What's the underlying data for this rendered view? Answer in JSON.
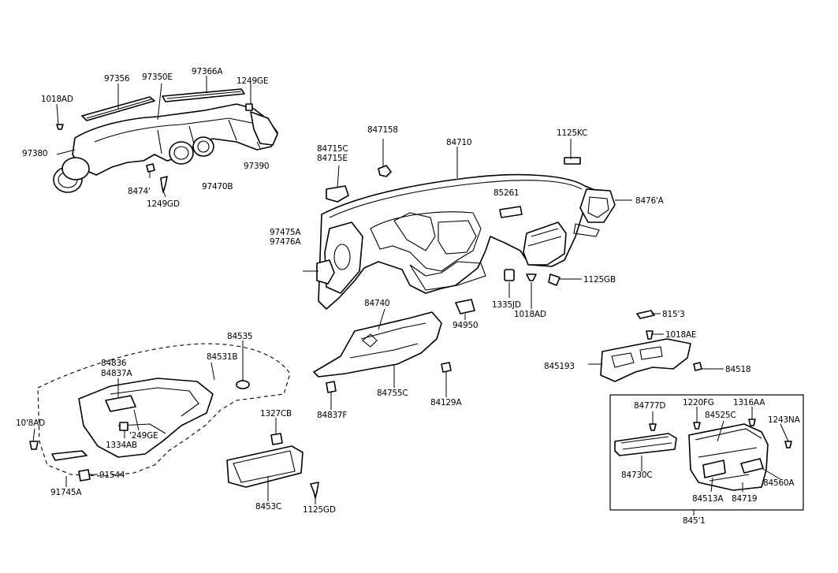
{
  "labels": {
    "l97356": "97356",
    "l97350E": "97350E",
    "l97366A": "97366A",
    "l1249GE_a": "1249GE",
    "l1018AD_a": "1018AD",
    "l97380": "97380",
    "l97390": "97390",
    "l84741": "8474'",
    "l1249GD": "1249GD",
    "l97470B": "97470B",
    "l84715C": "84715C",
    "l84715E": "84715E",
    "l84715B": "847158",
    "l84710": "84710",
    "l1125KC": "1125KC",
    "l85261": "85261",
    "l84761A": "8476'A",
    "l97475A": "97475A",
    "l97476A": "97476A",
    "l1125GB_a": "1125GB",
    "l1335JD": "1335JD",
    "l1018AD_b": "1018AD",
    "l84740": "84740",
    "l94950": "94950",
    "l84513": "815'3",
    "l1018AE": "1018AE",
    "l84519B": "845193",
    "l84518": "84518",
    "l84535": "84535",
    "l84531B": "84531B",
    "l84836": "84836",
    "l84837A": "84837A",
    "l1018AD_c": "10'8AD",
    "l1249GE_b": "'249GE",
    "l1334AB": "1334AB",
    "l91544": "91544",
    "l91745A": "91745A",
    "l1327CB": "1327CB",
    "l84530": "8453C",
    "l1125GD": "1125GD",
    "l84755C": "84755C",
    "l84129A": "84129A",
    "l84837F": "84837F",
    "l84777D": "84777D",
    "l1220FG": "1220FG",
    "l1316AA": "1316AA",
    "l84525C": "84525C",
    "l1243NA": "1243NA",
    "l84730C": "84730C",
    "l84513A": "84513A",
    "l84719": "84719",
    "l84560A": "84560A",
    "l84511": "845'1"
  }
}
